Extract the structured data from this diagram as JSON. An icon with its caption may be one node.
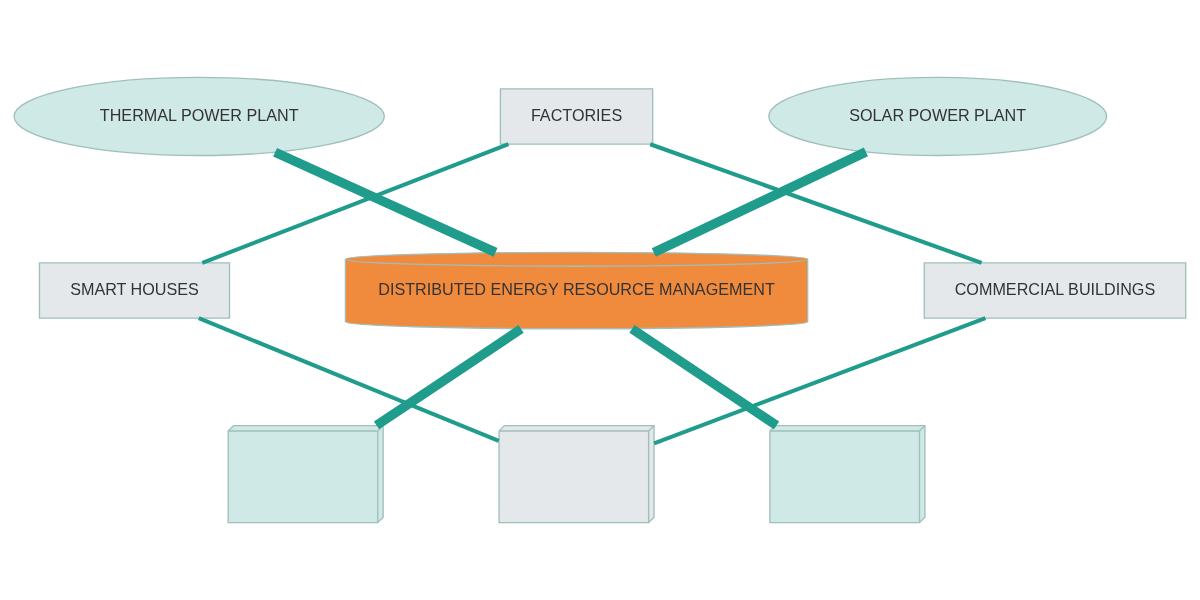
{
  "diagram": {
    "nodes": [
      {
        "text": [
          "THERMAL POWER PLANT"
        ]
      },
      {
        "text": [
          "FACTORIES"
        ]
      },
      {
        "text": [
          "SOLAR POWER PLANT"
        ]
      },
      {
        "text": [
          "SMART HOUSES"
        ]
      },
      {
        "text": [
          "DISTRIBUTED ENERGY RESOURCE MANAGEMENT"
        ]
      },
      {
        "text": [
          "COMMERCIAL BUILDINGS"
        ]
      },
      {
        "text": [],
        "shape": "picture"
      },
      {
        "text": [],
        "shape": "picture"
      },
      {
        "text": [],
        "shape": "picture"
      }
    ],
    "edges": [
      {
        "from": 0,
        "to": 4,
        "arrow": "none",
        "style": "thick"
      },
      {
        "from": 2,
        "to": 4,
        "arrow": "none",
        "style": "thick"
      },
      {
        "from": 6,
        "to": 4,
        "arrow": "none",
        "style": "thick"
      },
      {
        "from": 8,
        "to": 4,
        "arrow": "none",
        "style": "thick"
      },
      {
        "from": 1,
        "to": 3,
        "arrow": "none"
      },
      {
        "from": 1,
        "to": 5,
        "arrow": "none"
      },
      {
        "from": 3,
        "to": 7,
        "arrow": "none"
      },
      {
        "from": 7,
        "to": 5,
        "arrow": "none"
      }
    ]
  }
}
